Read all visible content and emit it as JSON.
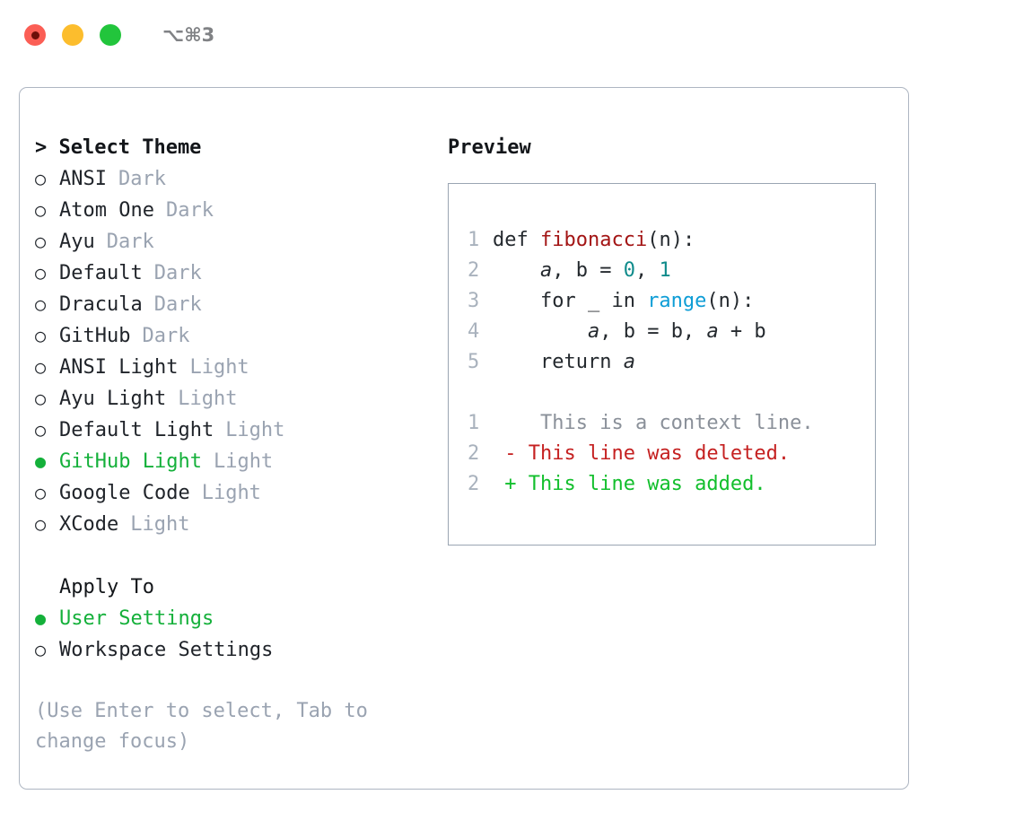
{
  "titlebar": {
    "shortcut": "⌥⌘3",
    "dots": [
      {
        "name": "close",
        "color": "#fb5e55"
      },
      {
        "name": "minimize",
        "color": "#fcbd2d"
      },
      {
        "name": "maximize",
        "color": "#22c53c"
      }
    ]
  },
  "theme_picker": {
    "heading": "> Select Theme",
    "bullet_unselected": "○",
    "bullet_selected": "●",
    "items": [
      {
        "label": "ANSI",
        "tag": "Dark",
        "selected": false
      },
      {
        "label": "Atom One",
        "tag": "Dark",
        "selected": false
      },
      {
        "label": "Ayu",
        "tag": "Dark",
        "selected": false
      },
      {
        "label": "Default",
        "tag": "Dark",
        "selected": false
      },
      {
        "label": "Dracula",
        "tag": "Dark",
        "selected": false
      },
      {
        "label": "GitHub",
        "tag": "Dark",
        "selected": false
      },
      {
        "label": "ANSI Light",
        "tag": "Light",
        "selected": false
      },
      {
        "label": "Ayu Light",
        "tag": "Light",
        "selected": false
      },
      {
        "label": "Default Light",
        "tag": "Light",
        "selected": false
      },
      {
        "label": "GitHub Light",
        "tag": "Light",
        "selected": true
      },
      {
        "label": "Google Code",
        "tag": "Light",
        "selected": false
      },
      {
        "label": "XCode",
        "tag": "Light",
        "selected": false
      }
    ]
  },
  "apply_to": {
    "heading": "Apply To",
    "items": [
      {
        "label": "User Settings",
        "selected": true
      },
      {
        "label": "Workspace Settings",
        "selected": false
      }
    ]
  },
  "hint": "(Use Enter to select, Tab to change focus)",
  "preview": {
    "title": "Preview",
    "code_lines": [
      {
        "num": "1",
        "parts": [
          {
            "t": "def ",
            "k": "plain"
          },
          {
            "t": "fibonacci",
            "k": "fn"
          },
          {
            "t": "(n):",
            "k": "plain"
          }
        ]
      },
      {
        "num": "2",
        "parts": [
          {
            "t": "    ",
            "k": "plain"
          },
          {
            "t": "a",
            "k": "var"
          },
          {
            "t": ", b = ",
            "k": "plain"
          },
          {
            "t": "0",
            "k": "num"
          },
          {
            "t": ", ",
            "k": "plain"
          },
          {
            "t": "1",
            "k": "num"
          }
        ]
      },
      {
        "num": "3",
        "parts": [
          {
            "t": "    for _ in ",
            "k": "plain"
          },
          {
            "t": "range",
            "k": "call"
          },
          {
            "t": "(n):",
            "k": "plain"
          }
        ]
      },
      {
        "num": "4",
        "parts": [
          {
            "t": "        ",
            "k": "plain"
          },
          {
            "t": "a",
            "k": "var"
          },
          {
            "t": ", b = b, ",
            "k": "plain"
          },
          {
            "t": "a",
            "k": "var"
          },
          {
            "t": " + b",
            "k": "plain"
          }
        ]
      },
      {
        "num": "5",
        "parts": [
          {
            "t": "    return ",
            "k": "plain"
          },
          {
            "t": "a",
            "k": "var"
          }
        ]
      }
    ],
    "diff_lines": [
      {
        "num": "1",
        "marker": " ",
        "text": "  This is a context line.",
        "kind": "context"
      },
      {
        "num": "2",
        "marker": "-",
        "text": " This line was deleted.",
        "kind": "deleted"
      },
      {
        "num": "2",
        "marker": "+",
        "text": " This line was added.",
        "kind": "added"
      }
    ]
  },
  "colors": {
    "accent_green": "#14b03a",
    "muted": "#9aa3b1",
    "function": "#a31515",
    "number": "#0f8b8b",
    "builtin": "#0e9dd6",
    "diff_add": "#12bf2c",
    "diff_del": "#c52121",
    "border": "#aeb6c2"
  }
}
